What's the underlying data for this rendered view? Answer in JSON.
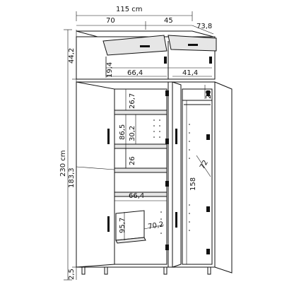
{
  "figure": {
    "dimensions": {
      "overall_width": "115 cm",
      "top_left_width": "70",
      "top_right_width": "45",
      "depth": "73,8",
      "top_height": "44,2",
      "total_height": "230 cm",
      "lower_height": "183,3",
      "foot_height": "2,5",
      "top_inner_height": "19,4",
      "top_left_inner_width": "66,4",
      "top_right_inner_width": "41,4",
      "right_top_gap": "20",
      "shelf_gap_1": "26,7",
      "shelf_gap_2": "86,5",
      "shelf_gap_3": "30,2",
      "shelf_gap_4": "26",
      "right_depth": "72",
      "right_height": "158",
      "bottom_inner_width": "66,4",
      "drawer_height": "95,7",
      "drawer_depth": "70,2"
    }
  }
}
